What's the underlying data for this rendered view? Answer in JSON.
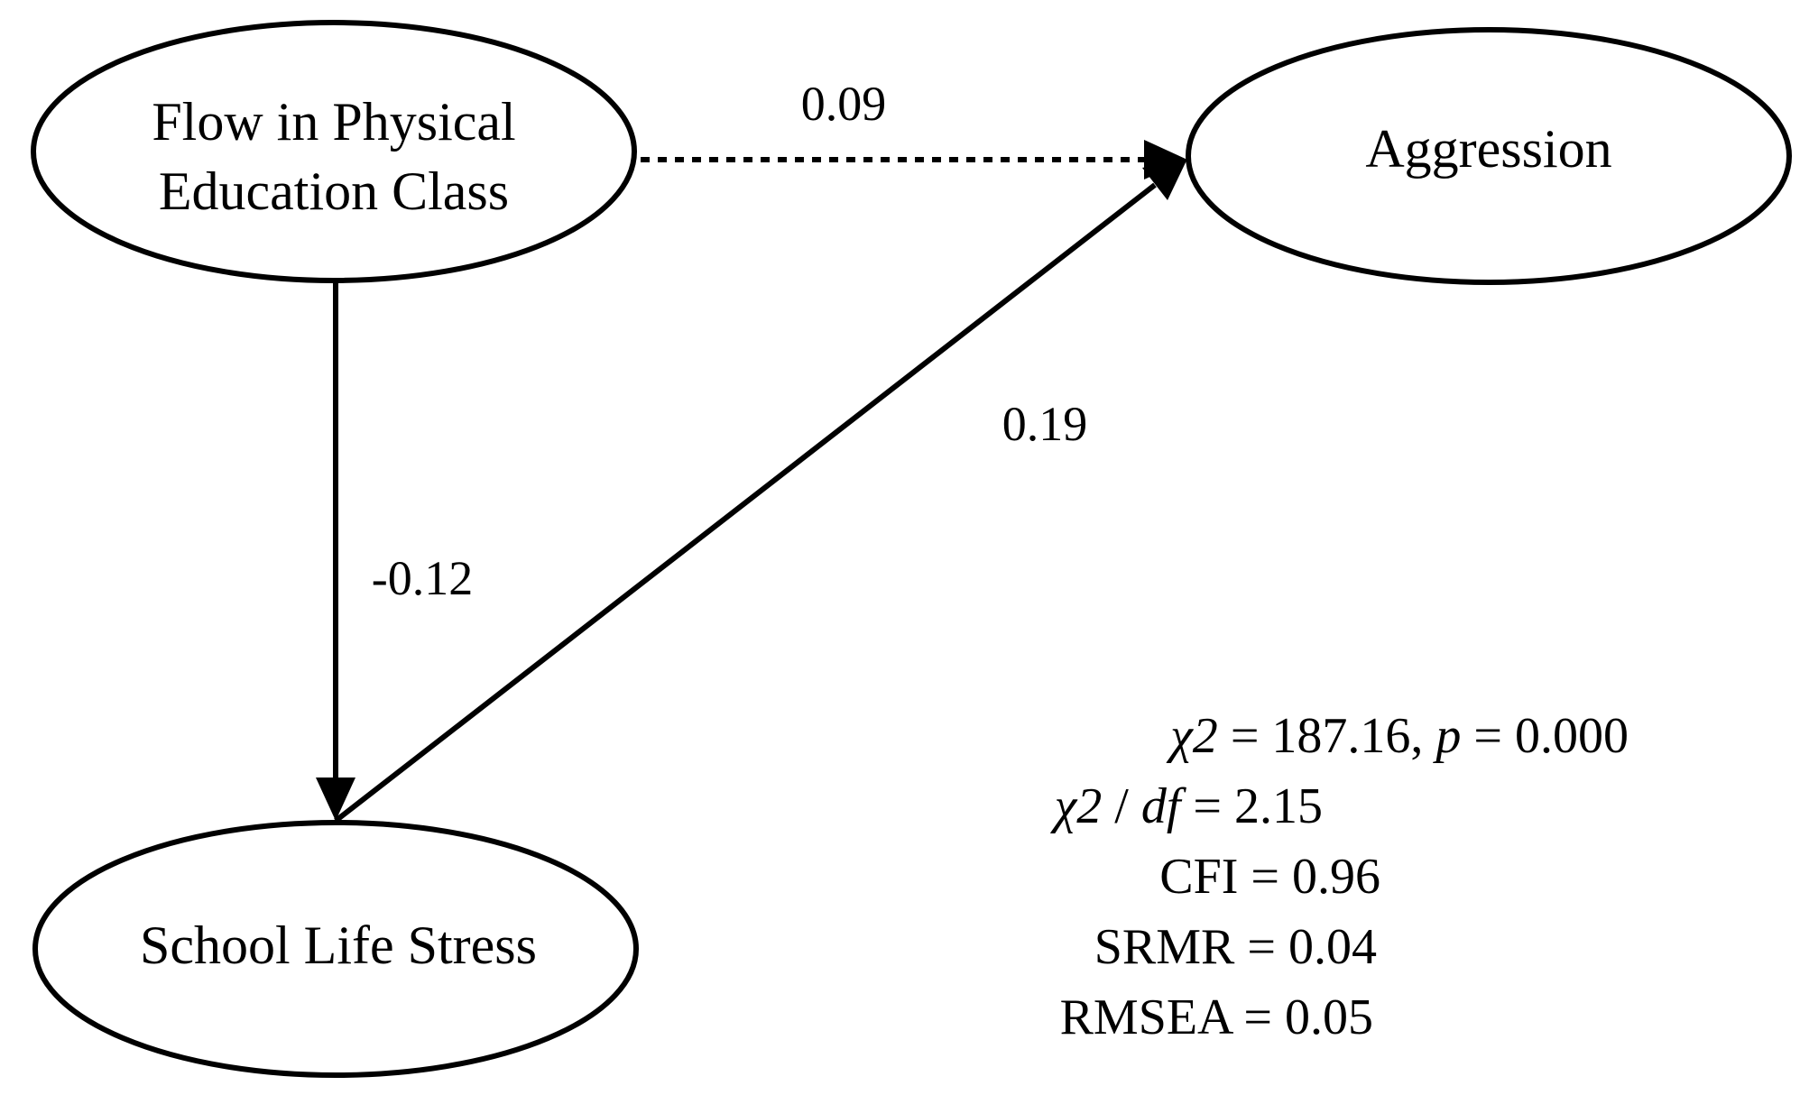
{
  "nodes": {
    "flow": {
      "label_line1": "Flow in Physical",
      "label_line2": "Education Class"
    },
    "aggression": {
      "label": "Aggression"
    },
    "stress": {
      "label": "School Life Stress"
    }
  },
  "paths": {
    "flow_to_aggression": {
      "coefficient": "0.09",
      "style": "dotted"
    },
    "flow_to_stress": {
      "coefficient": "-0.12",
      "style": "solid"
    },
    "stress_to_aggression": {
      "coefficient": "0.19",
      "style": "solid"
    }
  },
  "fit_indices": {
    "chi2_symbol": "χ2",
    "chi2_eq": " = 187.16, ",
    "p_symbol": "p",
    "p_eq": " = 0.000",
    "chi2df_symbol": "χ2",
    "chi2df_slash": " / ",
    "df_symbol": "df",
    "chi2df_eq": " = 2.15",
    "cfi": "CFI = 0.96",
    "srmr": "SRMR = 0.04",
    "rmsea": "RMSEA = 0.05"
  },
  "colors": {
    "stroke": "#000000",
    "background": "#ffffff"
  }
}
